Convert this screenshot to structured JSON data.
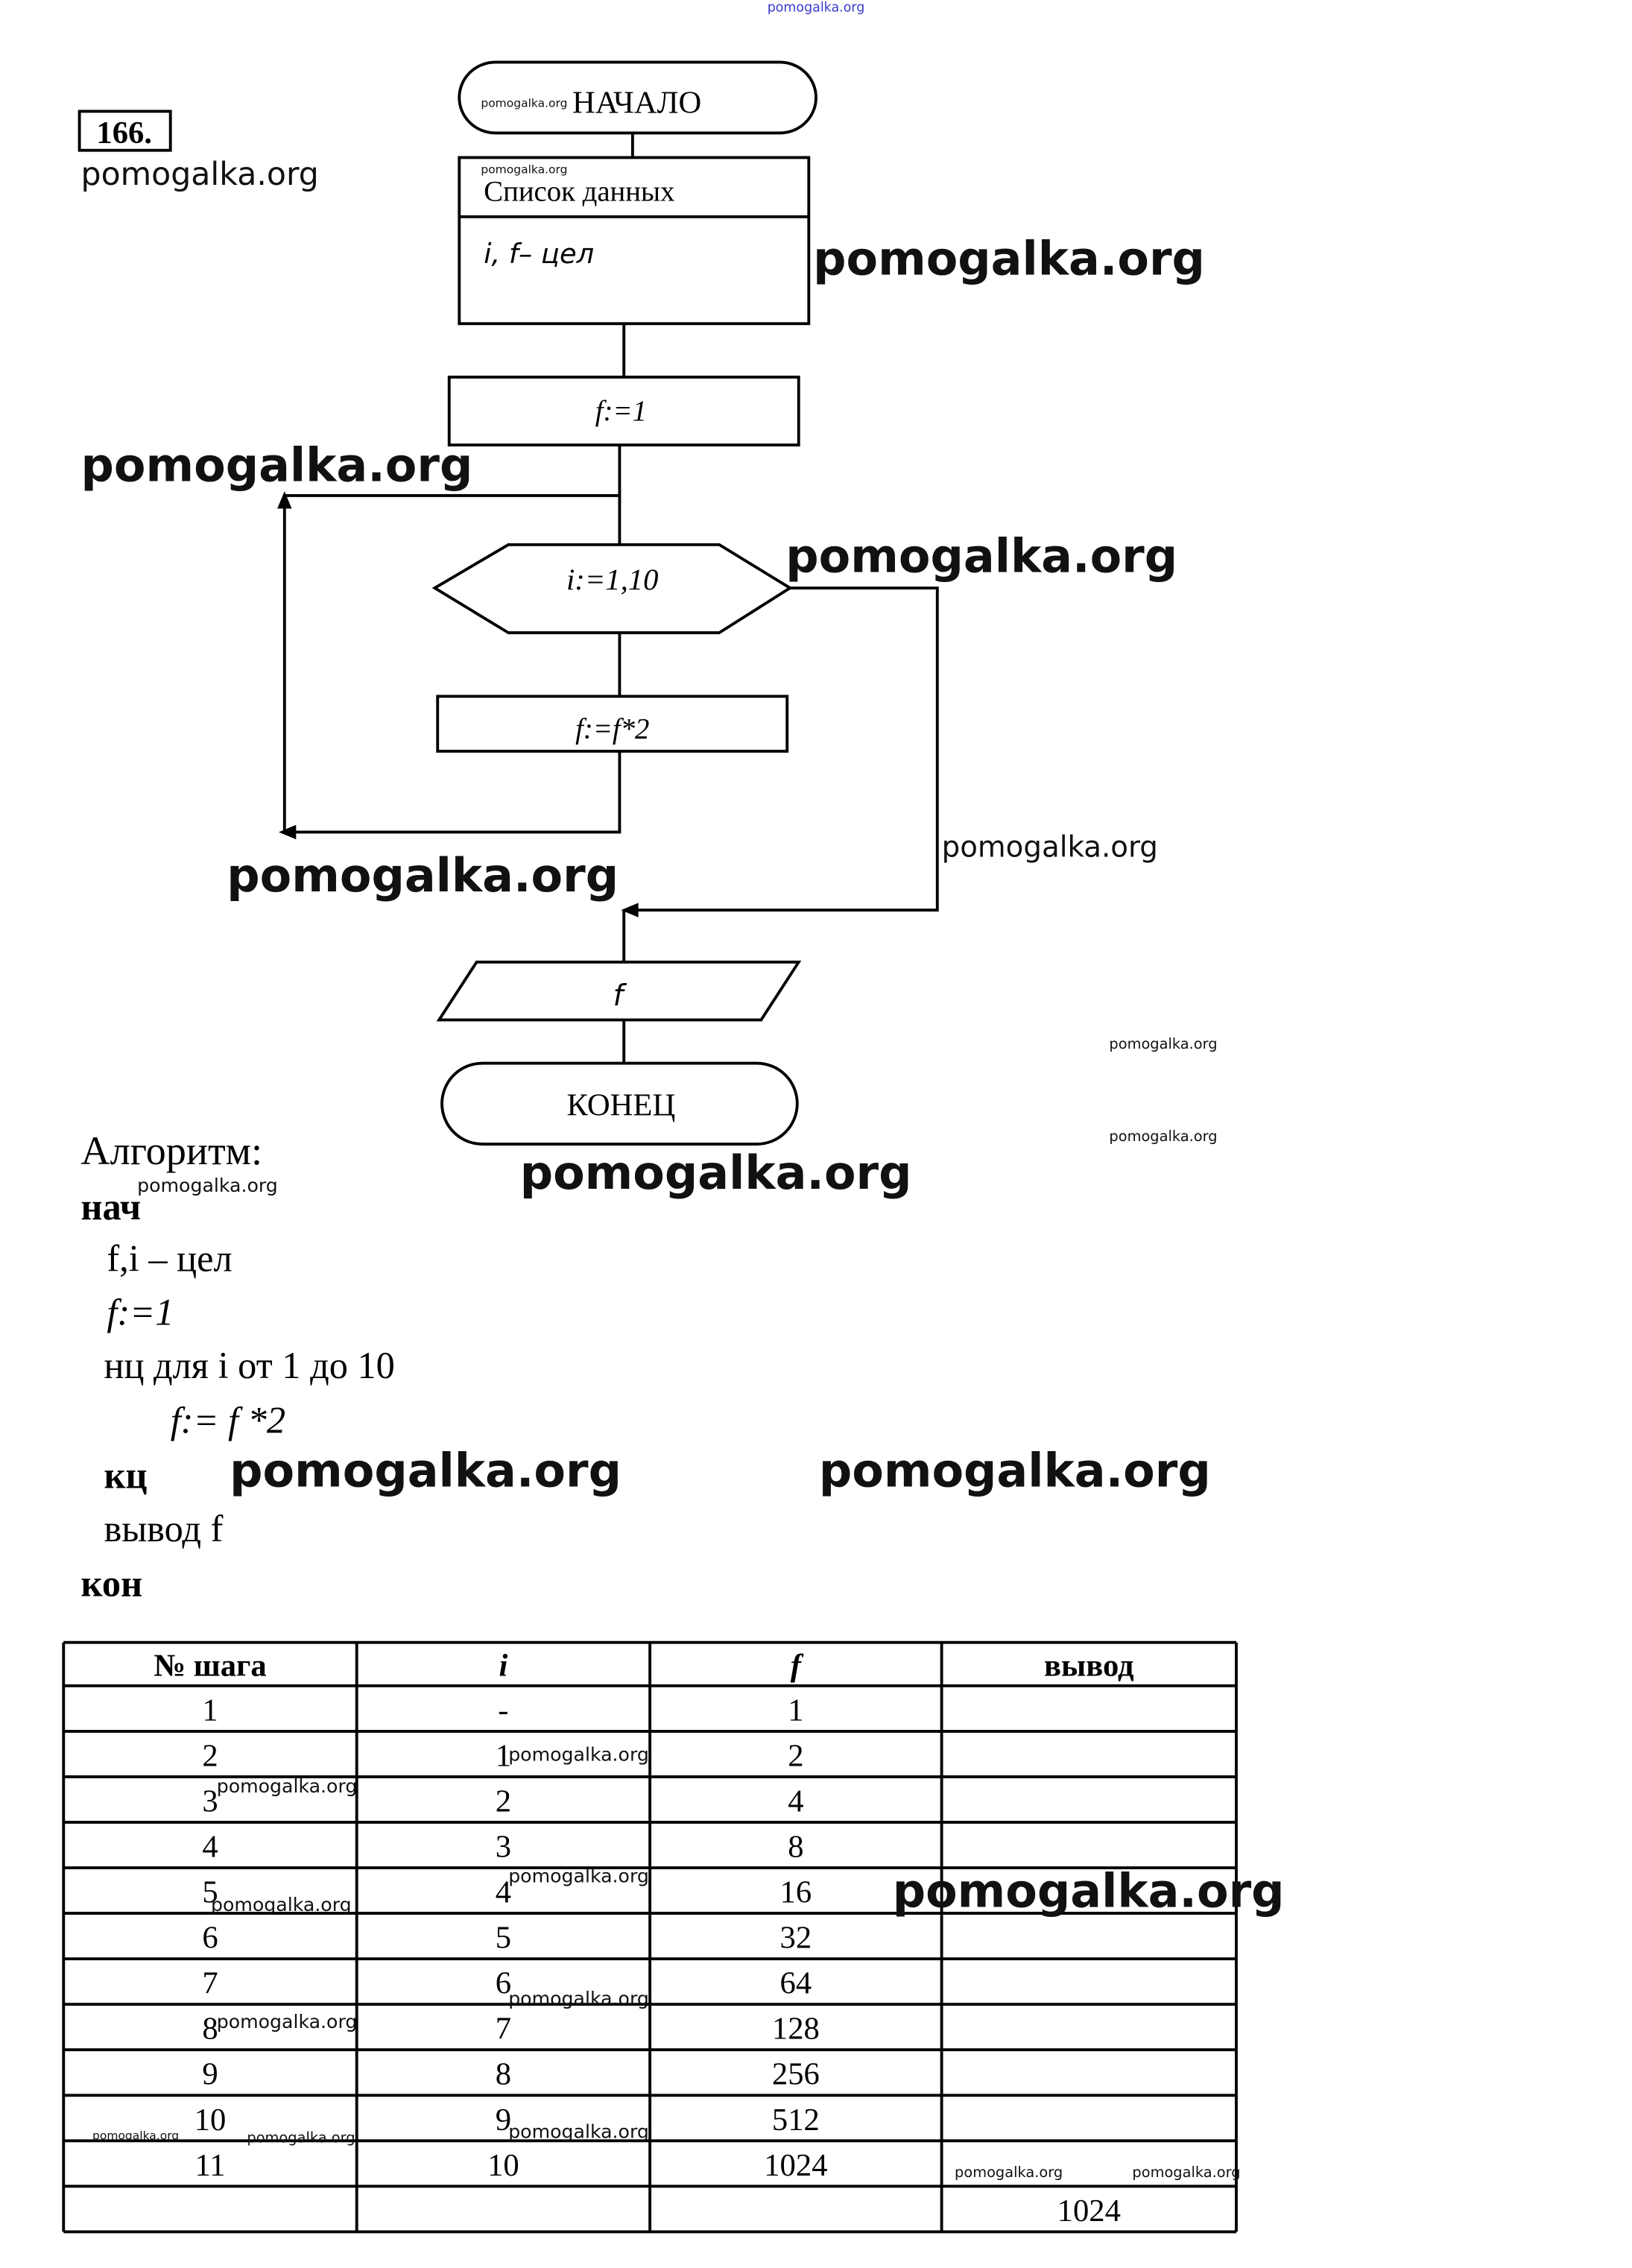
{
  "problem_number": "166.",
  "flowchart": {
    "start": "НАЧАЛО",
    "data_list_title": "Список данных",
    "data_list_vars": "i, f– цел",
    "init": "f:=1",
    "loop": "i:=1,10",
    "body": "f:=f*2",
    "output": "f",
    "end": "КОНЕЦ"
  },
  "algorithm": {
    "title": "Алгоритм:",
    "lines": [
      "нач",
      "f,i – цел",
      "f:=1",
      "нц для i от 1 до 10",
      "f:= f *2",
      "кц",
      "вывод f",
      "кон"
    ]
  },
  "table": {
    "headers": [
      "№ шага",
      "i",
      "f",
      "вывод"
    ],
    "rows": [
      [
        "1",
        "-",
        "1",
        ""
      ],
      [
        "2",
        "1",
        "2",
        ""
      ],
      [
        "3",
        "2",
        "4",
        ""
      ],
      [
        "4",
        "3",
        "8",
        ""
      ],
      [
        "5",
        "4",
        "16",
        ""
      ],
      [
        "6",
        "5",
        "32",
        ""
      ],
      [
        "7",
        "6",
        "64",
        ""
      ],
      [
        "8",
        "7",
        "128",
        ""
      ],
      [
        "9",
        "8",
        "256",
        ""
      ],
      [
        "10",
        "9",
        "512",
        ""
      ],
      [
        "11",
        "10",
        "1024",
        ""
      ],
      [
        "",
        "",
        "",
        "1024"
      ]
    ]
  },
  "watermark": "pomogalka.org",
  "colors": {
    "top_watermark": "#3a3ad0"
  }
}
